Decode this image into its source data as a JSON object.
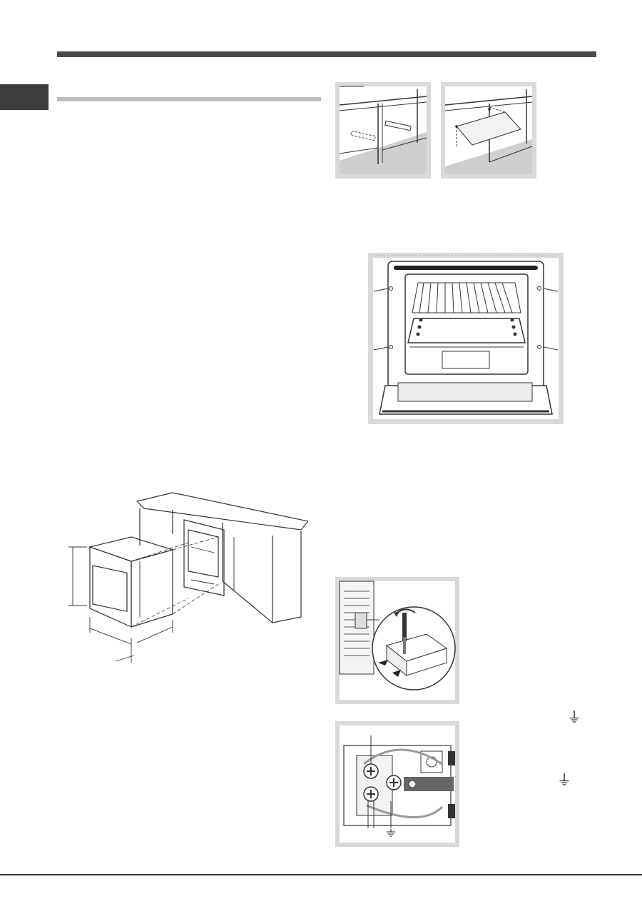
{
  "page": {
    "language_tab_color": "#3c3c3c",
    "rule_color": "#4a4a4a",
    "figure_frame_color": "#d9d9d9"
  },
  "icons": {
    "earth_symbol": "⏚"
  },
  "figures": [
    {
      "name": "cabinet-rails-figure"
    },
    {
      "name": "cabinet-shelf-figure"
    },
    {
      "name": "oven-fixing-figure"
    },
    {
      "name": "built-in-dimensions-figure"
    },
    {
      "name": "terminal-box-open-figure"
    },
    {
      "name": "terminal-board-figure"
    }
  ]
}
